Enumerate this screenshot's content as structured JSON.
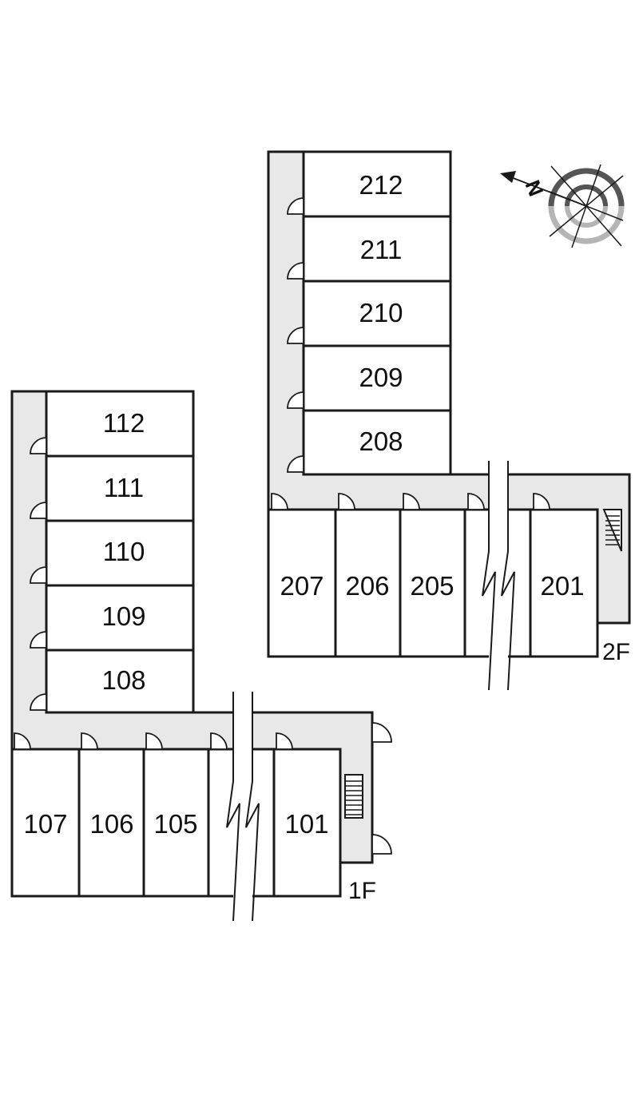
{
  "colors": {
    "wall": "#1a1a1a",
    "corridor": "#e8e8e8",
    "background": "#ffffff",
    "compass_dark": "#555555",
    "compass_light": "#b5b5b5"
  },
  "compass": {
    "north_label": "N",
    "icon": "compass-rose-icon"
  },
  "floors": {
    "floor2": {
      "label": "2F",
      "rooms": [
        "212",
        "211",
        "210",
        "209",
        "208",
        "207",
        "206",
        "205",
        "201"
      ]
    },
    "floor1": {
      "label": "1F",
      "rooms": [
        "112",
        "111",
        "110",
        "109",
        "108",
        "107",
        "106",
        "105",
        "101"
      ]
    }
  }
}
